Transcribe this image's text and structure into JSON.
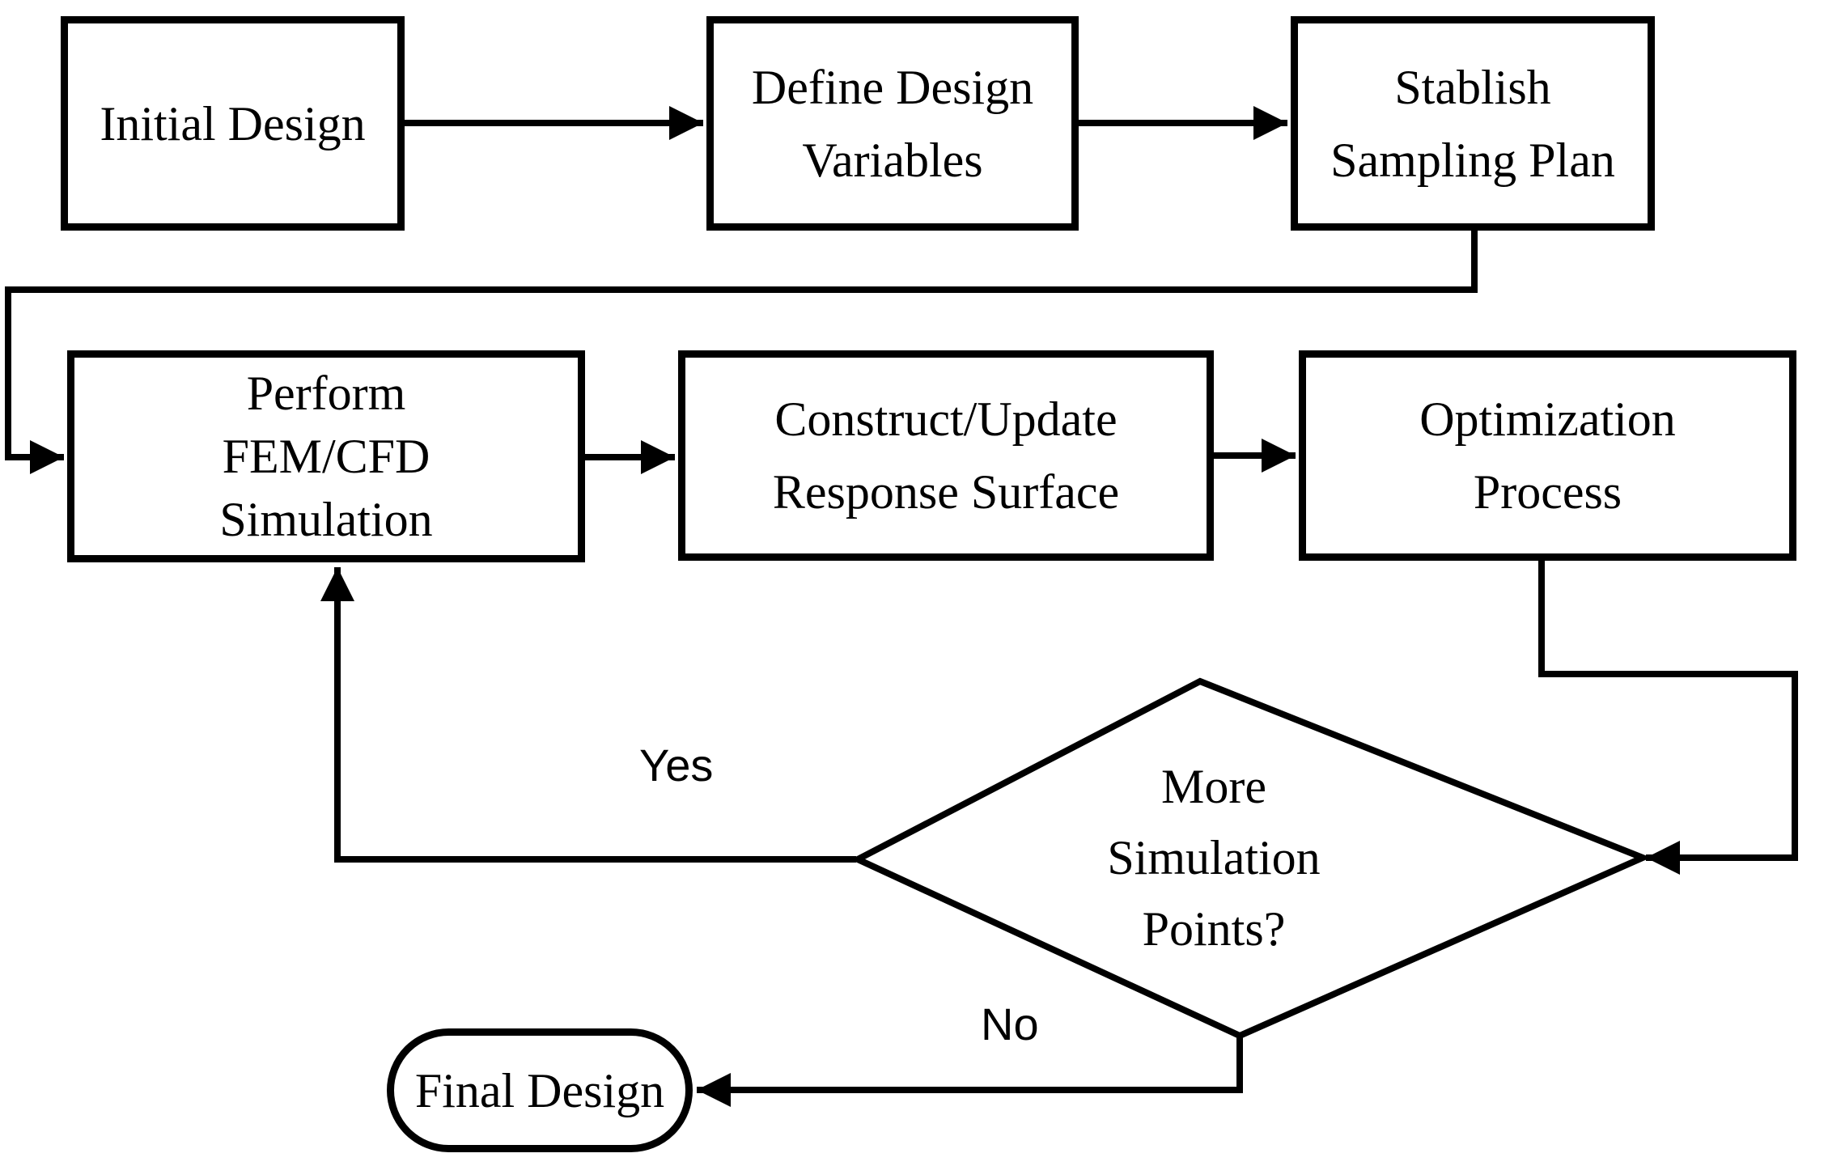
{
  "diagram": {
    "background_color": "#ffffff",
    "stroke_color": "#000000",
    "nodes": {
      "initial_design": {
        "label": "Initial Design"
      },
      "define_design_variables": {
        "line1": "Define Design",
        "line2": "Variables"
      },
      "stablish_sampling_plan": {
        "line1": "Stablish",
        "line2": "Sampling Plan"
      },
      "perform_fem_cfd_simulation": {
        "line1": "Perform",
        "line2": "FEM/CFD",
        "line3": "Simulation"
      },
      "construct_update_response_surface": {
        "line1": "Construct/Update",
        "line2": "Response Surface"
      },
      "optimization_process": {
        "line1": "Optimization",
        "line2": "Process"
      },
      "more_simulation_points": {
        "line1": "More",
        "line2": "Simulation",
        "line3": "Points?"
      },
      "final_design": {
        "label": "Final Design"
      }
    },
    "edge_labels": {
      "yes": "Yes",
      "no": "No"
    }
  }
}
